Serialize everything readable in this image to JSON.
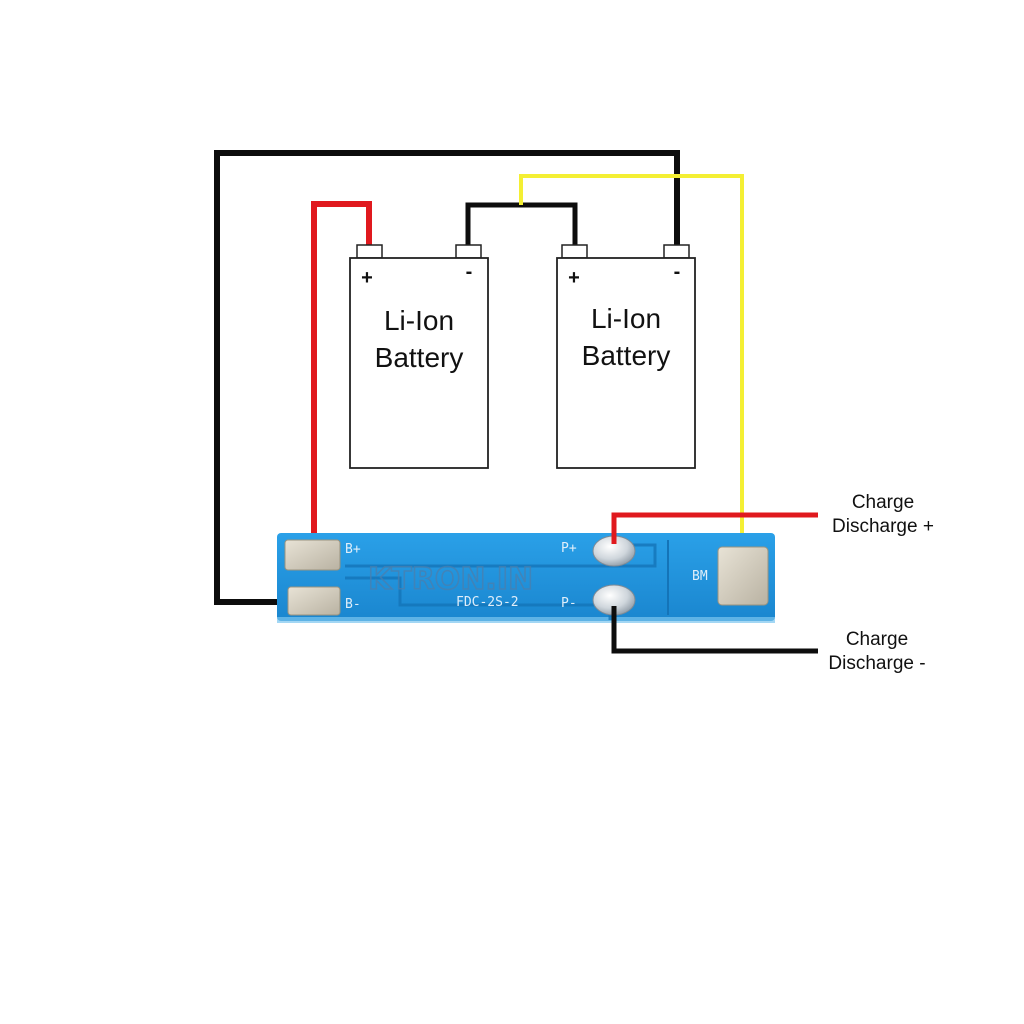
{
  "batteries": [
    {
      "line1": "Li-Ion",
      "line2": "Battery",
      "plus": "+",
      "minus": "-"
    },
    {
      "line1": "Li-Ion",
      "line2": "Battery",
      "plus": "+",
      "minus": "-"
    }
  ],
  "board": {
    "watermark": "KTRON.IN",
    "model": "FDC-2S-2",
    "pads": {
      "b_plus": "B+",
      "b_minus": "B-",
      "p_plus": "P+",
      "p_minus": "P-",
      "bm": "BM"
    }
  },
  "outputs": {
    "positive": {
      "line1": "Charge",
      "line2": "Discharge +"
    },
    "negative": {
      "line1": "Charge",
      "line2": "Discharge -"
    }
  },
  "colors": {
    "wire_black": "#0d0d0d",
    "wire_red": "#e0191e",
    "wire_yellow": "#f4ef33",
    "pcb_blue": "#1f8fd8"
  }
}
